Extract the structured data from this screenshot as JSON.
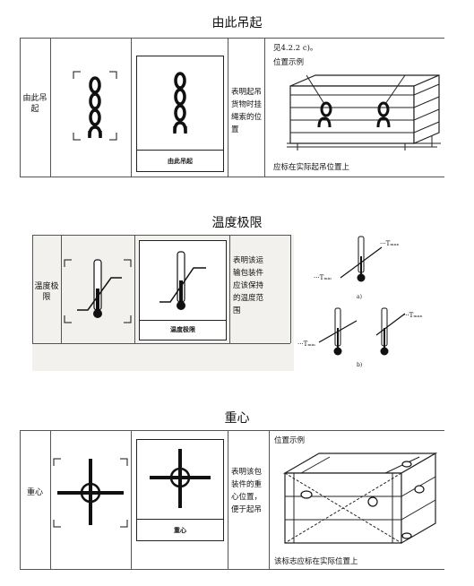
{
  "sections": [
    {
      "heading": "由此吊起",
      "name_label": "由此吊起",
      "caption": "由此吊起",
      "description": "表明起吊货物时挂绳索的位置",
      "ref": "见4.2.2 c)。",
      "example_title": "位置示例",
      "example_note": "应标在实际起吊位置上",
      "icon": "chain-icon"
    },
    {
      "heading": "温度极限",
      "name_label": "温度极限",
      "caption": "温度极限",
      "description": "表明该运输包装件应该保持的温度范围",
      "diagram_labels": {
        "a_max": "···Tₘₐₓ",
        "a_min": "···Tₘᵢₙ",
        "label_a": "a)",
        "b_min": "···Tₘᵢₙ",
        "b_max": "···Tₘₐₓ",
        "label_b": "b)"
      },
      "icon": "thermometer-icon"
    },
    {
      "heading": "重心",
      "name_label": "重心",
      "caption": "重心",
      "description": "表明该包装件的重心位置，便于起吊",
      "example_title": "位置示例",
      "example_note": "该标志应标在实际位置上",
      "icon": "center-of-gravity-icon"
    }
  ]
}
